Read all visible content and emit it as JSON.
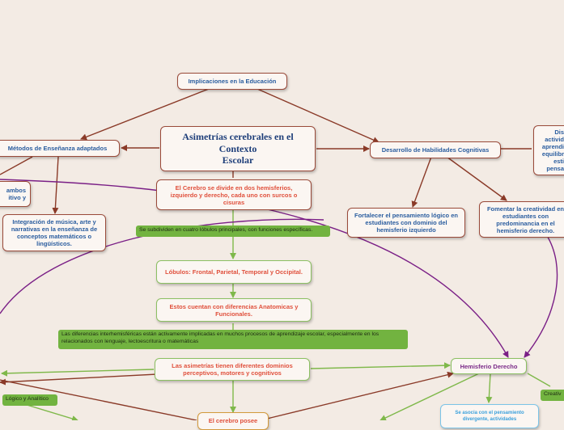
{
  "central": {
    "line1": "Asimetrías cerebrales en el",
    "line2": "Contexto",
    "line3": "Escolar"
  },
  "implicaciones": "Implicaciones en la Educación",
  "metodos": "Métodos de Enseñanza adaptados",
  "desarrollo": "Desarrollo de Habilidades Cognitivas",
  "ambos": {
    "line1": "ambos",
    "line2": "itivo y"
  },
  "integracion": "Integración de música, arte y narrativas en la enseñanza de conceptos matemáticos o lingüísticos.",
  "fortalecer": "Fortalecer el pensamiento lógico en estudiantes con dominio del hemisferio izquierdo",
  "fomentar": "Fomentar la creatividad en estudiantes con predominancia en el hemisferio derecho.",
  "dis": {
    "l1": "Dis",
    "l2": "activid",
    "l3": "aprendi",
    "l4": "equilibr",
    "l5": "esti",
    "l6": "pensa"
  },
  "cerebro": "El Cerebro se divide en dos hemisferios, izquierdo y derecho, cada uno con surcos o cisuras",
  "subdividen": "Se subdividen en cuatro lóbulos principales, con funciones específicas.",
  "lobulos": "Lóbulos: Frontal, Parietal, Temporal y Occipital.",
  "diferencias_anat": "Estos cuentan con diferencias Anatomicas y Funcionales.",
  "interhemisfericas": "Las diferencias interhemisféricas están activamente implicadas en muchos procesos de aprendizaje escolar, especialmente en los relacionados con lenguaje, lectoescritura o matemáticas",
  "asimetrias": "Las asimetrías tienen diferentes dominios perceptivos, motores y cognitivos",
  "hemisferio_derecho": "Hemisferio Derecho",
  "logico": "Lógico y Analítico",
  "creativ": "Creativ",
  "asocia": "Se asocia con el pensamiento divergente, actividades",
  "cerebro_posee": "El cerebro posee",
  "colors": {
    "accent": "#9a4a3a",
    "green": "#72b340",
    "purple": "#7a2a88",
    "blue": "#2a5d9f",
    "red": "#e0503c",
    "background": "#f3ebe4"
  }
}
